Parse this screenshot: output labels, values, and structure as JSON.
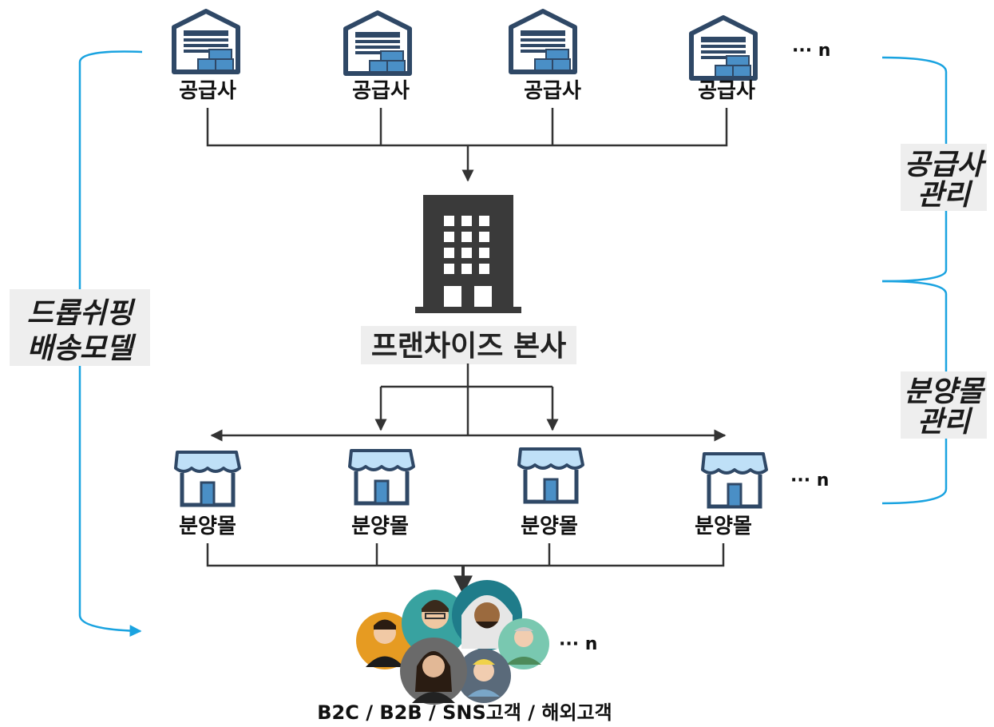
{
  "suppliers": {
    "items": [
      {
        "label": "공급사"
      },
      {
        "label": "공급사"
      },
      {
        "label": "공급사"
      },
      {
        "label": "공급사"
      }
    ],
    "more": "··· n"
  },
  "headquarters": {
    "label": "프랜차이즈 본사"
  },
  "malls": {
    "items": [
      {
        "label": "분양몰"
      },
      {
        "label": "분양몰"
      },
      {
        "label": "분양몰"
      },
      {
        "label": "분양몰"
      }
    ],
    "more": "··· n"
  },
  "customers": {
    "label": "B2C / B2B / SNS고객 / 해외고객",
    "more": "··· n"
  },
  "brackets": {
    "left": {
      "line1": "드롭쉬핑",
      "line2": "배송모델"
    },
    "right_top": {
      "line1": "공급사",
      "line2": "관리"
    },
    "right_bottom": {
      "line1": "분양몰",
      "line2": "관리"
    }
  },
  "colors": {
    "bracket": "#1aa3e0",
    "warehouse": "#2f4866",
    "store": "#4a8fc6",
    "building": "#3a3a3a",
    "label_bg": "#eeeeee"
  }
}
